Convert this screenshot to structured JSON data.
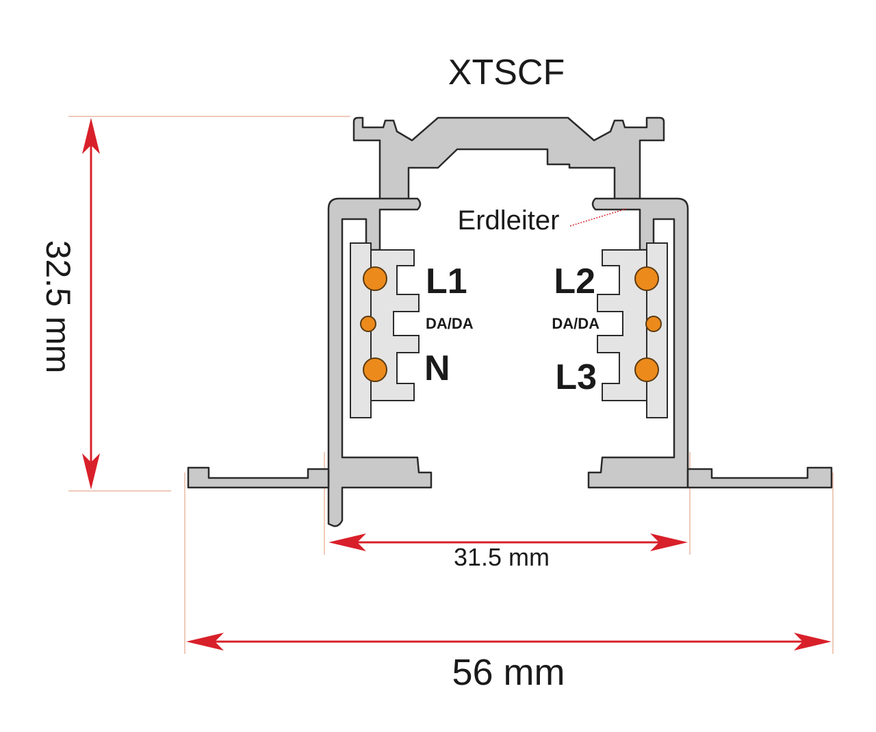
{
  "title": "XTSCF",
  "labels": {
    "earth": "Erdleiter",
    "l1": "L1",
    "l2": "L2",
    "l3": "L3",
    "n": "N",
    "da_left": "DA/DA",
    "da_right": "DA/DA"
  },
  "dimensions": {
    "height": "32.5 mm",
    "inner_width": "31.5 mm",
    "total_width": "56 mm"
  },
  "colors": {
    "profile": "#c9c9c9",
    "conductor": "#ec8a1c",
    "dimension": "#d8202a"
  }
}
